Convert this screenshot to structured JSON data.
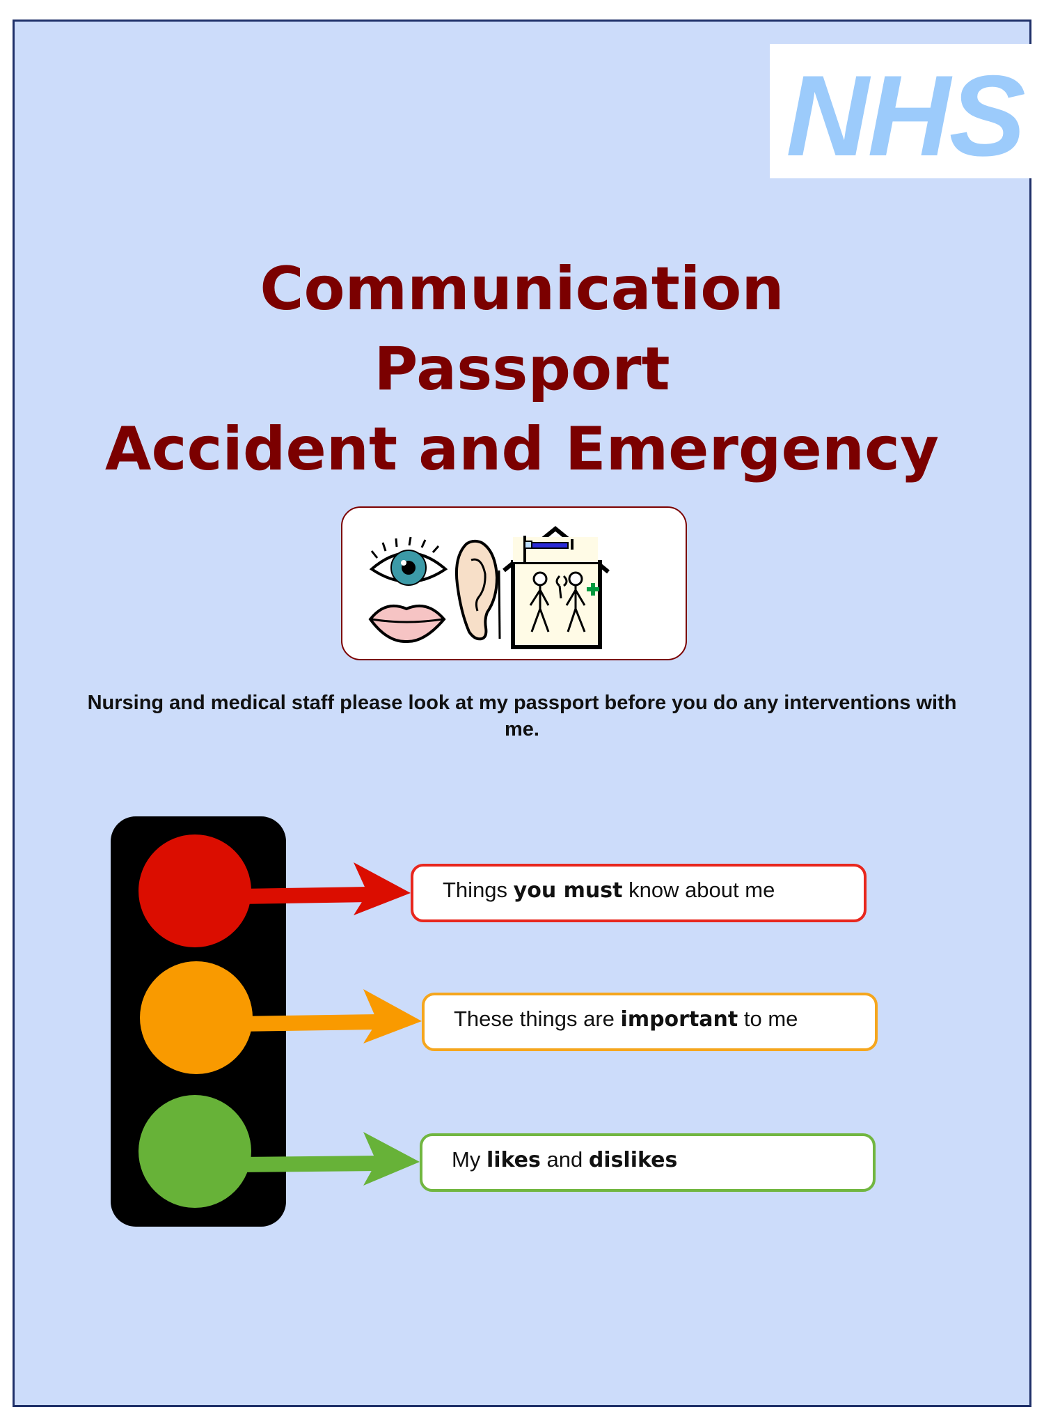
{
  "logo": {
    "text": "NHS",
    "color": "#9ccbfb"
  },
  "title": {
    "line1": "Communication",
    "line2": "Passport",
    "line3": "Accident and Emergency",
    "color": "#7b0000"
  },
  "symbols": [
    "eye-icon",
    "ear-icon",
    "mouth-icon",
    "hospital-icon"
  ],
  "intro": "Nursing and medical staff please look at my passport before you do any interventions with me.",
  "traffic_light": {
    "colors": {
      "red": "#db0d00",
      "amber": "#f99a00",
      "green": "#67b238",
      "housing": "#000000"
    },
    "sections": [
      {
        "color": "red",
        "parts": [
          {
            "text": "Things ",
            "bold": false
          },
          {
            "text": "you must",
            "bold": true
          },
          {
            "text": " know about me",
            "bold": false
          }
        ]
      },
      {
        "color": "amber",
        "parts": [
          {
            "text": "These things are ",
            "bold": false
          },
          {
            "text": "important",
            "bold": true
          },
          {
            "text": " to me",
            "bold": false
          }
        ]
      },
      {
        "color": "green",
        "parts": [
          {
            "text": "My ",
            "bold": false
          },
          {
            "text": "likes",
            "bold": true
          },
          {
            "text": " and ",
            "bold": false
          },
          {
            "text": "dislikes",
            "bold": true
          }
        ]
      }
    ]
  },
  "background_color": "#ccdcfa",
  "border_color": "#1f3069"
}
